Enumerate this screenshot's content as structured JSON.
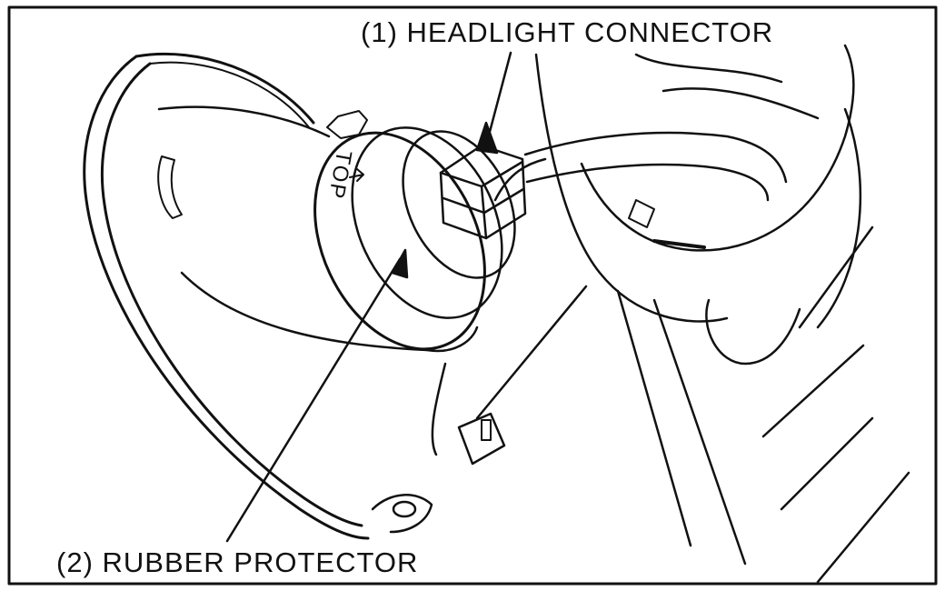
{
  "labels": {
    "headlight_connector": "(1) HEADLIGHT CONNECTOR",
    "rubber_protector": "(2) RUBBER PROTECTOR",
    "top_mark": "TOP"
  },
  "colors": {
    "ink": "#111111",
    "paper": "#ffffff"
  }
}
